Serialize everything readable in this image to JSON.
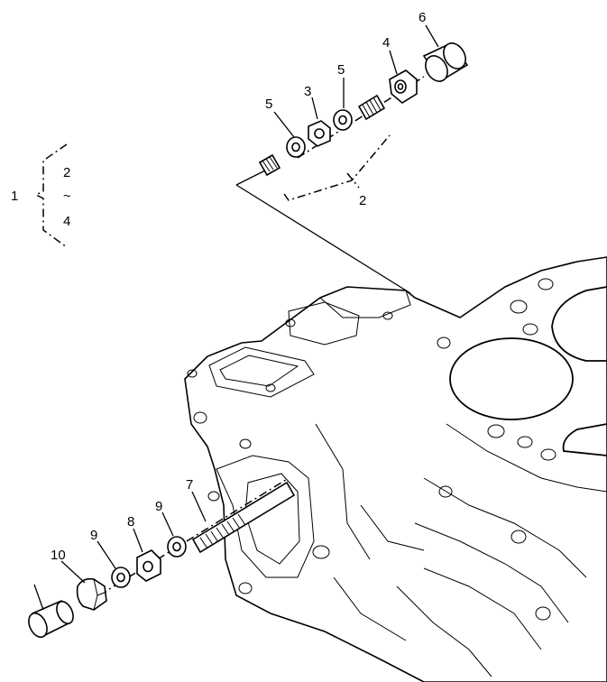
{
  "callouts": {
    "c1": "1",
    "c2a": "2",
    "c2b": "2",
    "c3": "3",
    "c4a": "4",
    "c4b": "4",
    "c5a": "5",
    "c5b": "5",
    "c6": "6",
    "c7": "7",
    "c8": "8",
    "c9a": "9",
    "c9b": "9",
    "c10": "10",
    "tilde": "~"
  }
}
